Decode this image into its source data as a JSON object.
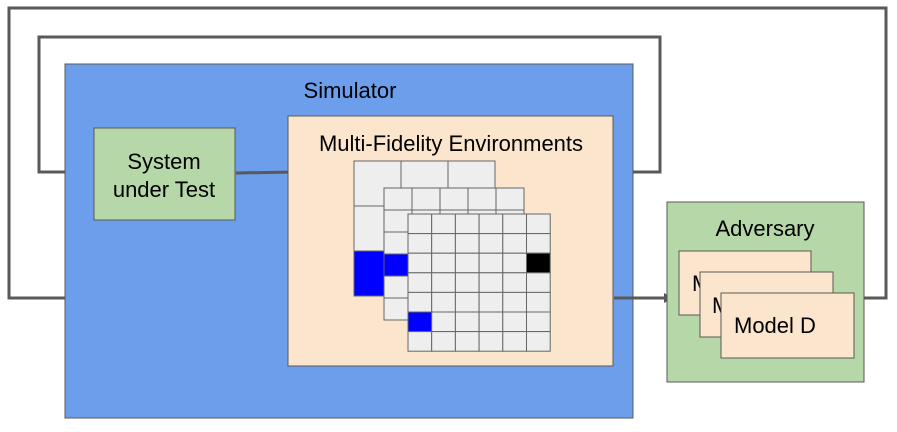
{
  "colors": {
    "simulator_fill": "#6d9eeb",
    "simulator_stroke": "#595959",
    "sut_fill": "#b6d7a8",
    "env_fill": "#fce5cd",
    "adversary_fill": "#b6d7a8",
    "model_fill": "#fce5cd",
    "grid_cell": "#eeeeee",
    "grid_stroke": "#666666",
    "blue_cell": "#0000ff",
    "black_cell": "#000000",
    "arrow": "#595959"
  },
  "labels": {
    "simulator": "Simulator",
    "sut_line1": "System",
    "sut_line2": "under Test",
    "environments": "Multi-Fidelity Environments",
    "adversary": "Adversary",
    "model_back": "M",
    "model_mid": "M",
    "model_front": "Model D"
  }
}
